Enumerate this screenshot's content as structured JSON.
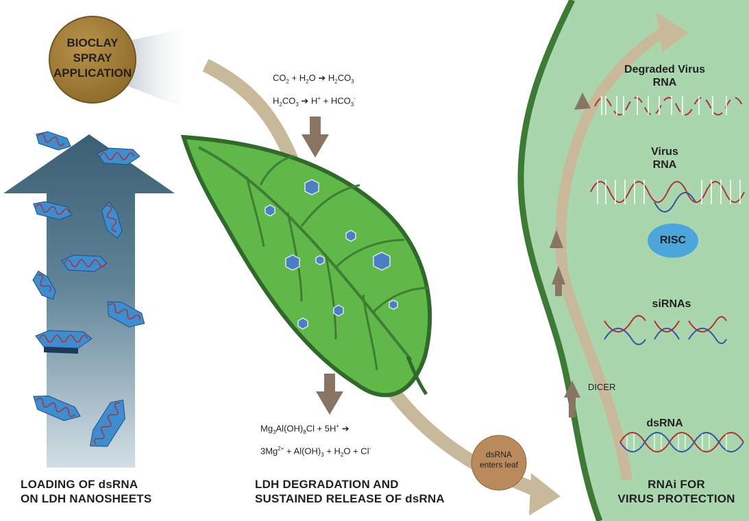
{
  "spray": {
    "line1": "BIOCLAY",
    "line2": "SPRAY",
    "line3": "APPLICATION"
  },
  "captions": {
    "loading_line1": "LOADING OF dsRNA",
    "loading_line2": "ON LDH NANOSHEETS",
    "degradation_line1": "LDH DEGRADATION AND",
    "degradation_line2": "SUSTAINED RELEASE OF dsRNA",
    "rnai_line1": "RNAi FOR",
    "rnai_line2": "VIRUS PROTECTION"
  },
  "equations_top": {
    "eq1": {
      "a": "CO",
      "a_sub": "2",
      "b": " + H",
      "b_sub": "2",
      "c": "O ",
      "arrow": "➔",
      "d": " H",
      "d_sub": "2",
      "e": "CO",
      "e_sub": "3"
    },
    "eq2": {
      "a": "H",
      "a_sub": "2",
      "b": "CO",
      "b_sub": "3",
      "arrow": "➔",
      "c": " H",
      "c_sup": "+",
      "d": " + HCO",
      "d_sub": "3",
      "d_sup": "-"
    }
  },
  "equations_bottom": {
    "eq1": {
      "a": "Mg",
      "a_sub": "3",
      "b": "Al(OH)",
      "b_sub": "8",
      "c": "Cl + 5H",
      "c_sup": "+",
      "arrow": "➔"
    },
    "eq2": {
      "a": "3Mg",
      "a_sup": "2+",
      "b": " + Al(OH)",
      "b_sub": "3",
      "c": " + H",
      "c_sub": "2",
      "d": "O + Cl",
      "d_sup": "-"
    }
  },
  "bubble": {
    "line1": "dsRNA",
    "line2": "enters leaf"
  },
  "pathway": {
    "degraded_line1": "Degraded Virus",
    "degraded_line2": "RNA",
    "virus_line1": "Virus",
    "virus_line2": "RNA",
    "risc": "RISC",
    "sirnas": "siRNAs",
    "dicer": "DICER",
    "dsrna": "dsRNA"
  },
  "colors": {
    "leaf": "#5fb847",
    "leaf_dark": "#3f7d35",
    "leaf_outline": "#2f6a2b",
    "cell_fill": "#a9d6ad",
    "cell_border": "#3c7a35",
    "path_arrow": "#c9b99b",
    "path_arrow_small": "#8a7565",
    "spray_ball": "#9c7a35",
    "bubble": "#b88a5c",
    "big_arrow_top": "#3b5f72",
    "big_arrow_bottom": "#c6d6de",
    "nanosheet": "#3d8dd0",
    "hexagon": "#4a7fc1",
    "risc": "#4aa6db",
    "rna_red": "#b32e2e",
    "rna_blue": "#3650a6"
  }
}
